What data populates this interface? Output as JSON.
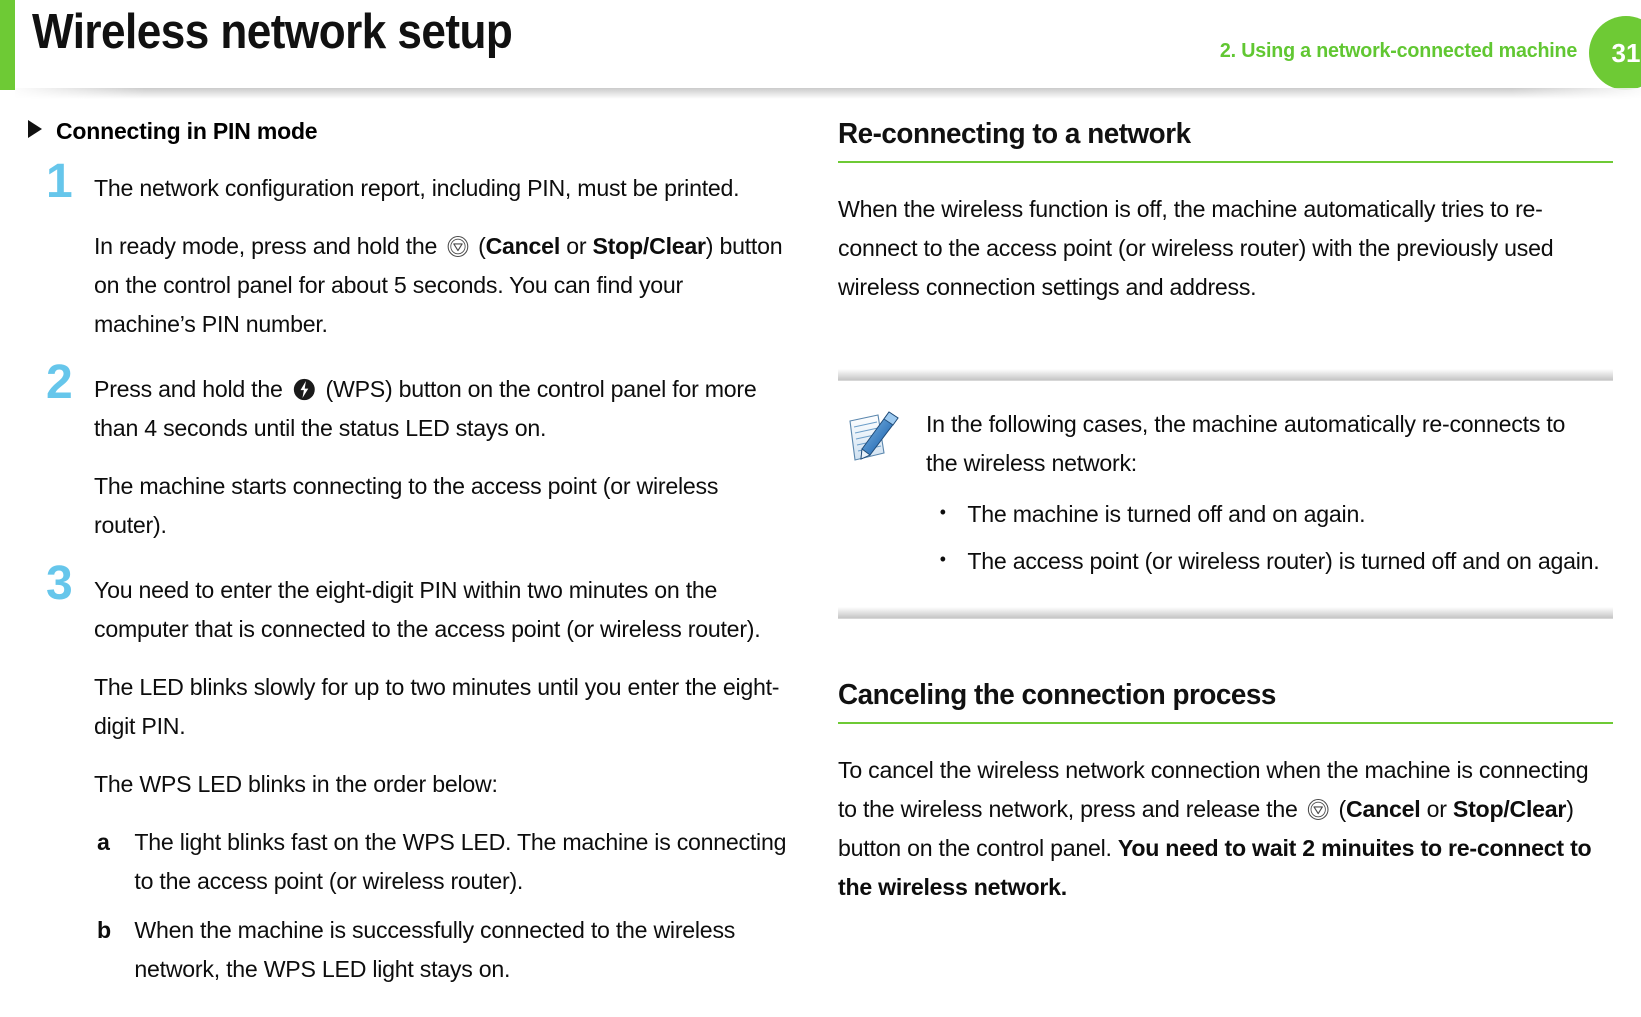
{
  "header": {
    "doc_title": "Wireless network setup",
    "chapter_label": "2.  Using a network-connected machine",
    "page_number": "31",
    "accent_green": "#6ECA35",
    "step_number_blue": "#66C6EB"
  },
  "left_column": {
    "subheading": "Connecting in PIN mode",
    "steps": [
      {
        "number": "1",
        "paragraph_1": "The network configuration report, including PIN, must be printed.",
        "paragraph_2_part_1": "In ready mode, press and hold the ",
        "paragraph_2_icon": "cancel-stop-icon",
        "paragraph_2_part_2": " (",
        "paragraph_2_bold_1": "Cancel",
        "paragraph_2_part_3": " or ",
        "paragraph_2_bold_2": "Stop/Clear",
        "paragraph_2_part_4": ") button on the control panel for about 5 seconds. You can find your machine’s PIN number."
      },
      {
        "number": "2",
        "paragraph_1_part_1": "Press and hold the ",
        "paragraph_1_icon": "wps-icon",
        "paragraph_1_part_2": " (WPS) button on the control panel for more than 4 seconds until the status LED stays on.",
        "paragraph_2": "The machine starts connecting to the access point (or wireless router)."
      },
      {
        "number": "3",
        "paragraph_1": "You need to enter the eight-digit PIN within two minutes on the computer that is connected to the access point (or wireless router).",
        "paragraph_2": "The LED blinks slowly for up to two minutes until you enter the eight-digit PIN.",
        "paragraph_3": "The WPS LED blinks in the order below:",
        "alpha_items": [
          {
            "marker": "a",
            "text": "The light blinks fast on the WPS LED. The machine is connecting to the access point (or wireless router)."
          },
          {
            "marker": "b",
            "text": "When the machine is successfully connected to the wireless network, the WPS LED light stays on."
          }
        ]
      }
    ]
  },
  "right_column": {
    "section_1": {
      "title": "Re-connecting to a network",
      "body": "When the wireless function is off, the machine automatically tries to re-connect to the access point (or wireless router) with the previously used wireless connection settings and address."
    },
    "note": {
      "icon": "note-pencil-icon",
      "intro": "In the following cases, the machine automatically re-connects to the wireless network:",
      "bullets": [
        "The machine is turned off and on again.",
        "The access point (or wireless router) is turned off and on again."
      ]
    },
    "section_2": {
      "title": "Canceling the connection process",
      "body_part_1": "To cancel the wireless network connection when the machine is connecting to the wireless network, press and release the ",
      "body_icon": "cancel-stop-icon",
      "body_part_2": " (",
      "body_bold_1": "Cancel",
      "body_part_3": " or ",
      "body_bold_2": "Stop/Clear",
      "body_part_4": ") button on the control panel. ",
      "body_bold_3": "You need to wait 2 minuites to re-connect to the wireless network."
    }
  }
}
